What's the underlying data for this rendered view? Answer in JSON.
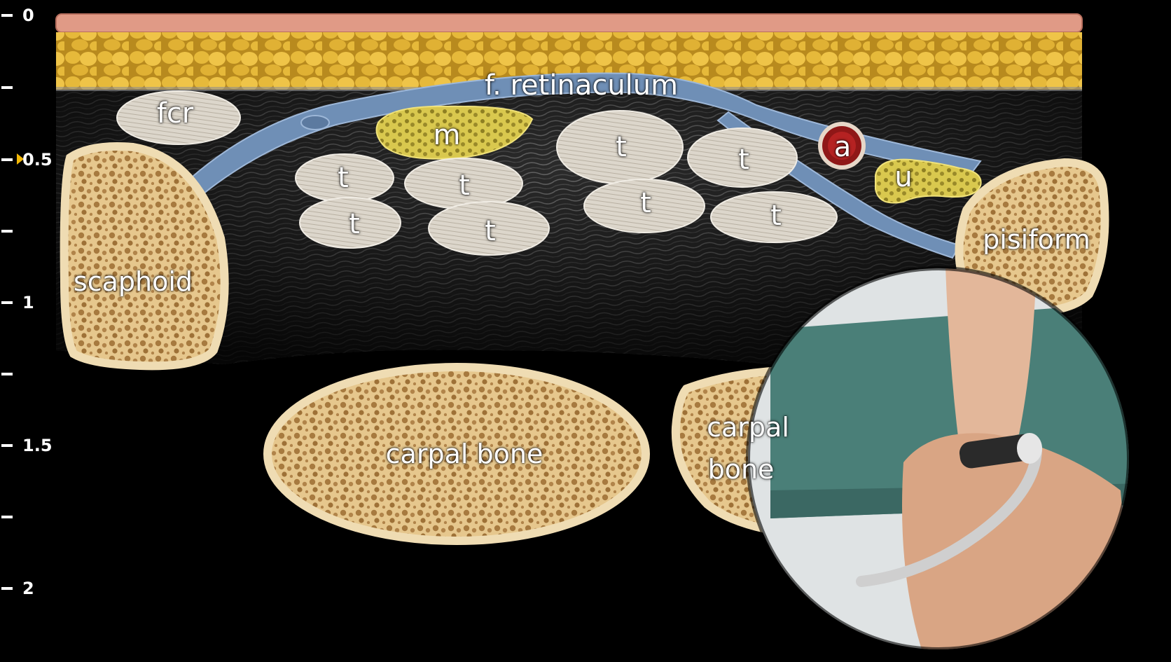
{
  "depth_scale": {
    "major_ticks": [
      "0",
      "0.5",
      "1",
      "1.5",
      "2"
    ],
    "focus_marker_label": "0.5"
  },
  "structures": {
    "retinaculum": "f. retinaculum",
    "fcr": "fcr",
    "median_nerve": "m",
    "artery": "a",
    "ulnar_nerve": "u",
    "tendon": "t",
    "scaphoid": "scaphoid",
    "pisiform": "pisiform",
    "carpal_bone_1": "carpal bone",
    "carpal_bone_2_line1": "carpal",
    "carpal_bone_2_line2": "bone"
  },
  "colors": {
    "skin": "#e09a86",
    "fat": "#e3b53a",
    "retinaculum": "#6f8fb6",
    "tendon": "#d9d2c6",
    "nerve": "#d4c24a",
    "artery": "#a51d1d",
    "bone_cortex": "#efdcb3",
    "bone_marrow": "#c89f61",
    "soft_tissue": "#3a3a3a",
    "probe_table": "#4a7f78"
  }
}
